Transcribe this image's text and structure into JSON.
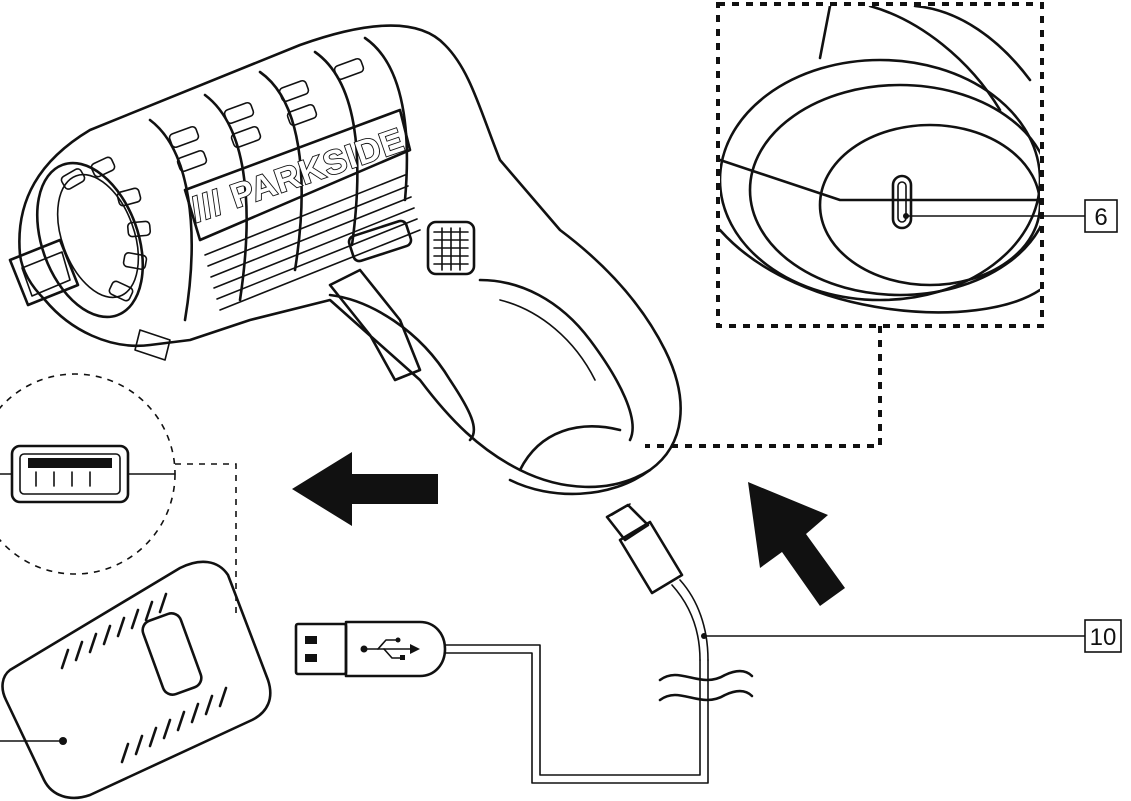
{
  "product": {
    "brand_label": "/// PARKSIDE"
  },
  "callouts": [
    {
      "id": "6",
      "label": "6"
    },
    {
      "id": "10",
      "label": "10"
    }
  ],
  "icons": {
    "usb_symbol": "usb-icon",
    "arrow_left": "arrow-left-icon",
    "arrow_up_left": "arrow-up-left-icon"
  },
  "colors": {
    "line": "#111111",
    "background": "#ffffff"
  }
}
